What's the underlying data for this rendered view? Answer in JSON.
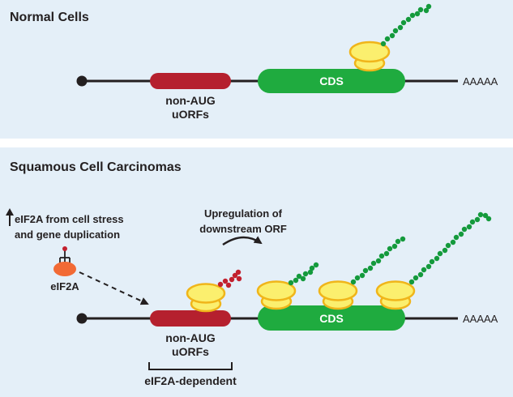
{
  "panels": {
    "normal": {
      "title": "Normal Cells",
      "uorf_label_1": "non-AUG",
      "uorf_label_2": "uORFs",
      "cds_label": "CDS",
      "polya": "AAAAA"
    },
    "carcinoma": {
      "title": "Squamous Cell Carcinomas",
      "stress_line_1": "eIF2A from cell stress",
      "stress_line_2": "and gene duplication",
      "factor_label": "eIF2A",
      "upregulation_1": "Upregulation of",
      "upregulation_2": "downstream ORF",
      "uorf_label_1": "non-AUG",
      "uorf_label_2": "uORFs",
      "cds_label": "CDS",
      "polya": "AAAAA",
      "bracket_label": "eIF2A-dependent"
    }
  },
  "colors": {
    "panel_bg": "#e4eff8",
    "mrna_line": "#231f20",
    "uorf": "#b5202e",
    "cds": "#1fab3f",
    "ribosome_fill": "#fbef6e",
    "ribosome_outline": "#f0b51a",
    "peptide_green": "#149a3c",
    "peptide_red": "#c2202e",
    "eif2a": "#f26a35"
  },
  "icons": [
    "up-arrow-icon",
    "dashed-arrow-icon",
    "curved-arrow-icon",
    "ribosome-icon",
    "peptide-chain-icon"
  ]
}
